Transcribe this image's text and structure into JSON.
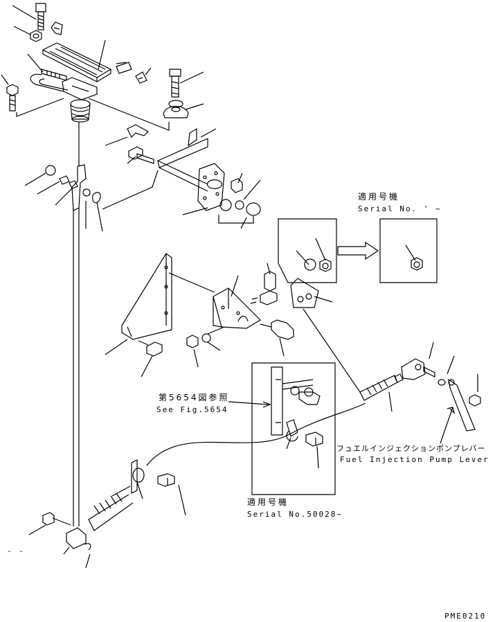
{
  "labels": {
    "serial_top_jp": "適用号機",
    "serial_top_en": "Serial No. ' ~",
    "see_fig_jp": "第5654図参照",
    "see_fig_en": "See Fig.5654",
    "fuel_lever_jp": "フュエルインジェクションポンプレバー",
    "fuel_lever_en": "Fuel Injection Pump Lever",
    "serial_bottom_jp": "適用号機",
    "serial_bottom_en": "Serial No.50028~",
    "figure_code": "PME0210",
    "dash_mark": "- -"
  }
}
